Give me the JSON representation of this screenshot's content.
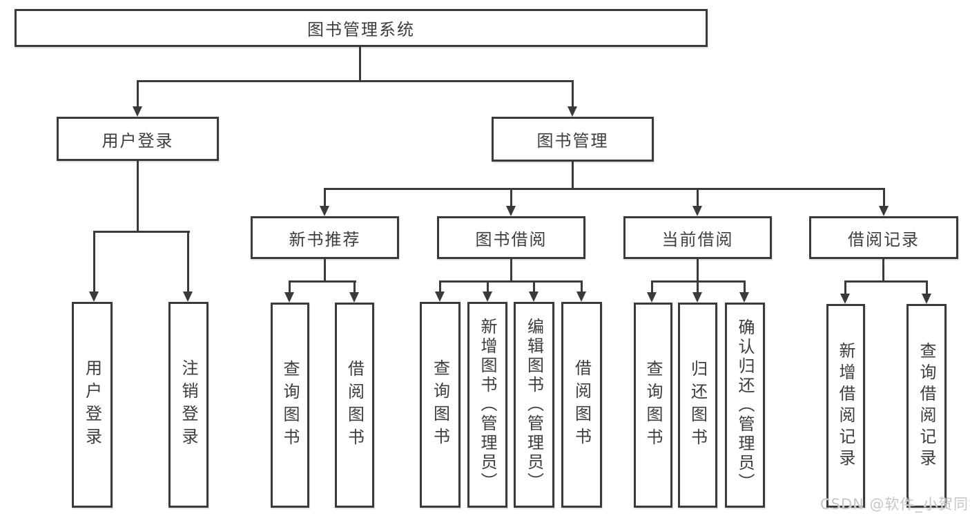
{
  "diagram": {
    "type": "hierarchy-tree",
    "title": "图书管理系统",
    "watermark": "CSDN @软件_小贺同学",
    "colors": {
      "line": "#3a3a3a",
      "text": "#3d3d3d",
      "background": "#ffffff",
      "watermark": "#c6c6c6"
    },
    "nodes": {
      "root": {
        "label": "图书管理系统"
      },
      "user_login": {
        "label": "用户登录"
      },
      "book_mgmt": {
        "label": "图书管理"
      },
      "new_book_rec": {
        "label": "新书推荐"
      },
      "book_borrow": {
        "label": "图书借阅"
      },
      "current_borrow": {
        "label": "当前借阅"
      },
      "borrow_records": {
        "label": "借阅记录"
      },
      "leaf_user_login": {
        "label": "用户登录"
      },
      "leaf_logout": {
        "label": "注销登录"
      },
      "leaf_nb_query": {
        "label": "查询图书"
      },
      "leaf_nb_borrow": {
        "label": "借阅图书"
      },
      "leaf_bb_query": {
        "label": "查询图书"
      },
      "leaf_bb_add": {
        "label": "新增图书（管理员）"
      },
      "leaf_bb_edit": {
        "label": "编辑图书（管理员）"
      },
      "leaf_bb_borrow": {
        "label": "借阅图书"
      },
      "leaf_cb_query": {
        "label": "查询图书"
      },
      "leaf_cb_return": {
        "label": "归还图书"
      },
      "leaf_cb_confirm": {
        "label": "确认归还（管理员）"
      },
      "leaf_br_add": {
        "label": "新增借阅记录"
      },
      "leaf_br_query": {
        "label": "查询借阅记录"
      }
    },
    "edges": [
      {
        "from": "root",
        "to": "user_login"
      },
      {
        "from": "root",
        "to": "book_mgmt"
      },
      {
        "from": "user_login",
        "to": "leaf_user_login"
      },
      {
        "from": "user_login",
        "to": "leaf_logout"
      },
      {
        "from": "book_mgmt",
        "to": "new_book_rec"
      },
      {
        "from": "book_mgmt",
        "to": "book_borrow"
      },
      {
        "from": "book_mgmt",
        "to": "current_borrow"
      },
      {
        "from": "book_mgmt",
        "to": "borrow_records"
      },
      {
        "from": "new_book_rec",
        "to": "leaf_nb_query"
      },
      {
        "from": "new_book_rec",
        "to": "leaf_nb_borrow"
      },
      {
        "from": "book_borrow",
        "to": "leaf_bb_query"
      },
      {
        "from": "book_borrow",
        "to": "leaf_bb_add"
      },
      {
        "from": "book_borrow",
        "to": "leaf_bb_edit"
      },
      {
        "from": "book_borrow",
        "to": "leaf_bb_borrow"
      },
      {
        "from": "current_borrow",
        "to": "leaf_cb_query"
      },
      {
        "from": "current_borrow",
        "to": "leaf_cb_return"
      },
      {
        "from": "current_borrow",
        "to": "leaf_cb_confirm"
      },
      {
        "from": "borrow_records",
        "to": "leaf_br_add"
      },
      {
        "from": "borrow_records",
        "to": "leaf_br_query"
      }
    ]
  }
}
